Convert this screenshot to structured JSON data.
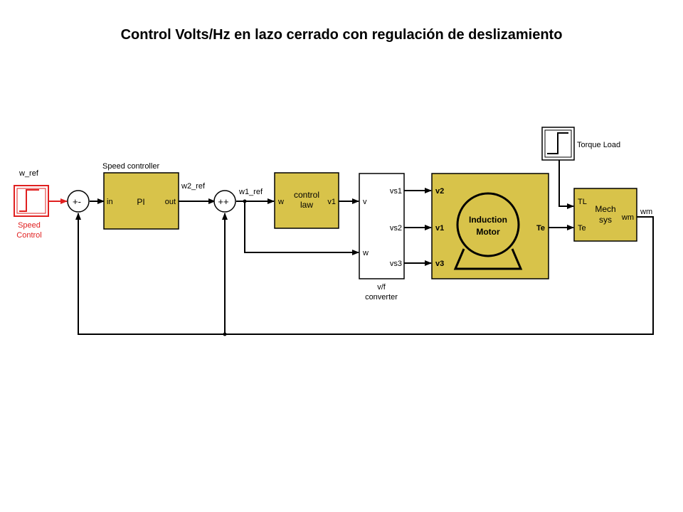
{
  "title": "Control Volts/Hz en lazo cerrado con regulación de deslizamiento",
  "blocks": {
    "speed_source": {
      "top_label": "w_ref",
      "label_line1": "Speed",
      "label_line2": "Control",
      "color": "#e02020"
    },
    "sum1": {
      "signs": "+-"
    },
    "speed_controller": {
      "title": "Speed controller",
      "in": "in",
      "body": "PI",
      "out": "out"
    },
    "sum2": {
      "signs": "++"
    },
    "control_law": {
      "in": "w",
      "line1": "control",
      "line2": "law",
      "out": "v1"
    },
    "vf_converter": {
      "in_v": "v",
      "in_w": "w",
      "out1": "vs1",
      "out2": "vs2",
      "out3": "vs3",
      "line1": "v/f",
      "line2": "converter"
    },
    "induction_motor": {
      "in1": "v2",
      "in2": "v1",
      "in3": "v3",
      "line1": "Induction",
      "line2": "Motor",
      "out": "Te"
    },
    "torque_load": {
      "label": "Torque Load"
    },
    "mech_sys": {
      "in1": "TL",
      "in2": "Te",
      "line1": "Mech",
      "line2": "sys",
      "out": "wm"
    }
  },
  "signals": {
    "w2_ref": "w2_ref",
    "w1_ref": "w1_ref",
    "wm": "wm"
  },
  "colors": {
    "block_fill": "#d8c34a",
    "source_red": "#e02020"
  }
}
